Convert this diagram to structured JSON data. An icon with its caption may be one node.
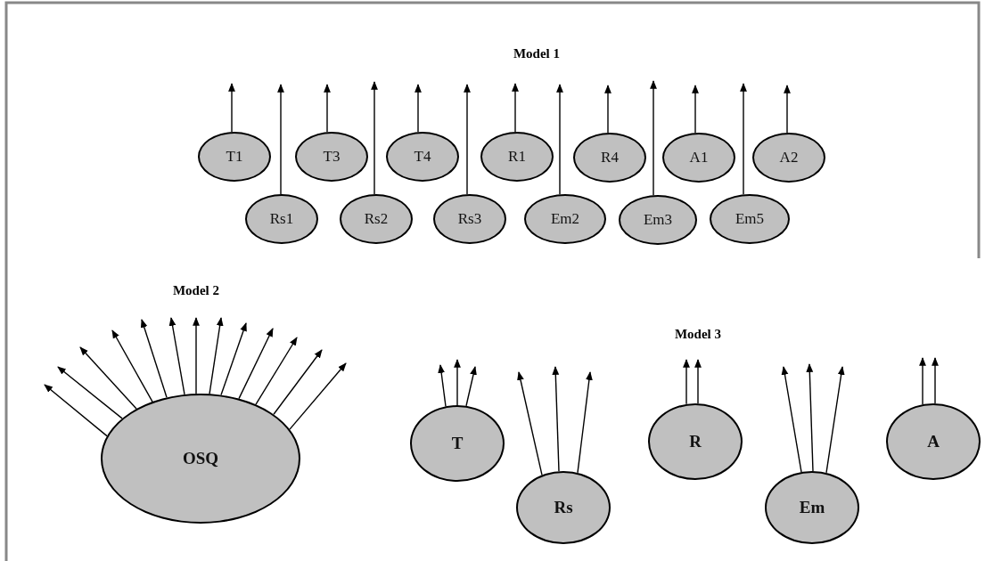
{
  "diagram": {
    "nodes": [
      {
        "text": [
          "T1"
        ]
      },
      {
        "text": [
          "T3"
        ]
      },
      {
        "text": [
          "T4"
        ]
      },
      {
        "text": [
          "R1"
        ]
      },
      {
        "text": [
          "R4"
        ]
      },
      {
        "text": [
          "A1"
        ]
      },
      {
        "text": [
          "A2"
        ]
      },
      {
        "text": [
          "Rs1"
        ]
      },
      {
        "text": [
          "Rs2"
        ]
      },
      {
        "text": [
          "Rs3"
        ]
      },
      {
        "text": [
          "Em2"
        ]
      },
      {
        "text": [
          "Em3"
        ]
      },
      {
        "text": [
          "Em5"
        ]
      },
      {
        "text": [
          "OSQ"
        ]
      },
      {
        "text": [
          "T"
        ]
      },
      {
        "text": [
          "Rs"
        ]
      },
      {
        "text": [
          "R"
        ]
      },
      {
        "text": [
          "Em"
        ]
      },
      {
        "text": [
          "A"
        ]
      }
    ],
    "edges": [
      {
        "from": 0,
        "to": null,
        "arrow": "to"
      },
      {
        "from": 1,
        "to": null,
        "arrow": "to"
      },
      {
        "from": 2,
        "to": null,
        "arrow": "to"
      },
      {
        "from": 3,
        "to": null,
        "arrow": "to"
      },
      {
        "from": 4,
        "to": null,
        "arrow": "to"
      },
      {
        "from": 5,
        "to": null,
        "arrow": "to"
      },
      {
        "from": 6,
        "to": null,
        "arrow": "to"
      },
      {
        "from": 7,
        "to": null,
        "arrow": "to"
      },
      {
        "from": 8,
        "to": null,
        "arrow": "to"
      },
      {
        "from": 9,
        "to": null,
        "arrow": "to"
      },
      {
        "from": 10,
        "to": null,
        "arrow": "to"
      },
      {
        "from": 11,
        "to": null,
        "arrow": "to"
      },
      {
        "from": 12,
        "to": null,
        "arrow": "to"
      },
      {
        "from": 13,
        "to": null,
        "arrow": "to"
      },
      {
        "from": 13,
        "to": null,
        "arrow": "to"
      },
      {
        "from": 13,
        "to": null,
        "arrow": "to"
      },
      {
        "from": 13,
        "to": null,
        "arrow": "to"
      },
      {
        "from": 13,
        "to": null,
        "arrow": "to"
      },
      {
        "from": 13,
        "to": null,
        "arrow": "to"
      },
      {
        "from": 13,
        "to": null,
        "arrow": "to"
      },
      {
        "from": 13,
        "to": null,
        "arrow": "to"
      },
      {
        "from": 13,
        "to": null,
        "arrow": "to"
      },
      {
        "from": 13,
        "to": null,
        "arrow": "to"
      },
      {
        "from": 13,
        "to": null,
        "arrow": "to"
      },
      {
        "from": 13,
        "to": null,
        "arrow": "to"
      },
      {
        "from": 13,
        "to": null,
        "arrow": "to"
      },
      {
        "from": 14,
        "to": null,
        "arrow": "to"
      },
      {
        "from": 14,
        "to": null,
        "arrow": "to"
      },
      {
        "from": 14,
        "to": null,
        "arrow": "to"
      },
      {
        "from": 15,
        "to": null,
        "arrow": "to"
      },
      {
        "from": 15,
        "to": null,
        "arrow": "to"
      },
      {
        "from": 15,
        "to": null,
        "arrow": "to"
      },
      {
        "from": 16,
        "to": null,
        "arrow": "to"
      },
      {
        "from": 16,
        "to": null,
        "arrow": "to"
      },
      {
        "from": 17,
        "to": null,
        "arrow": "to"
      },
      {
        "from": 17,
        "to": null,
        "arrow": "to"
      },
      {
        "from": 17,
        "to": null,
        "arrow": "to"
      },
      {
        "from": 18,
        "to": null,
        "arrow": "to"
      },
      {
        "from": 18,
        "to": null,
        "arrow": "to"
      }
    ],
    "labels": [
      "Model 1",
      "Model 2",
      "Model 3"
    ]
  }
}
